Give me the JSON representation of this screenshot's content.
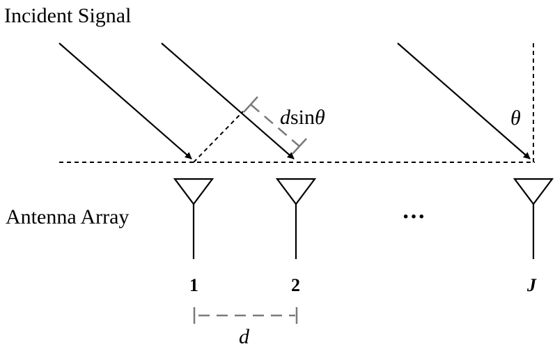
{
  "labels": {
    "incident_signal": "Incident Signal",
    "antenna_array": "Antenna Array",
    "path_difference_d": "d",
    "path_difference_rest": "sin",
    "path_difference_theta": "θ",
    "angle": "θ",
    "spacing": "d",
    "ellipsis": "···"
  },
  "antennas": [
    {
      "label": "1",
      "italic": false
    },
    {
      "label": "2",
      "italic": false
    },
    {
      "label": "J",
      "italic": true
    }
  ],
  "colors": {
    "line": "#000000",
    "dimension": "#7a7a7a"
  }
}
